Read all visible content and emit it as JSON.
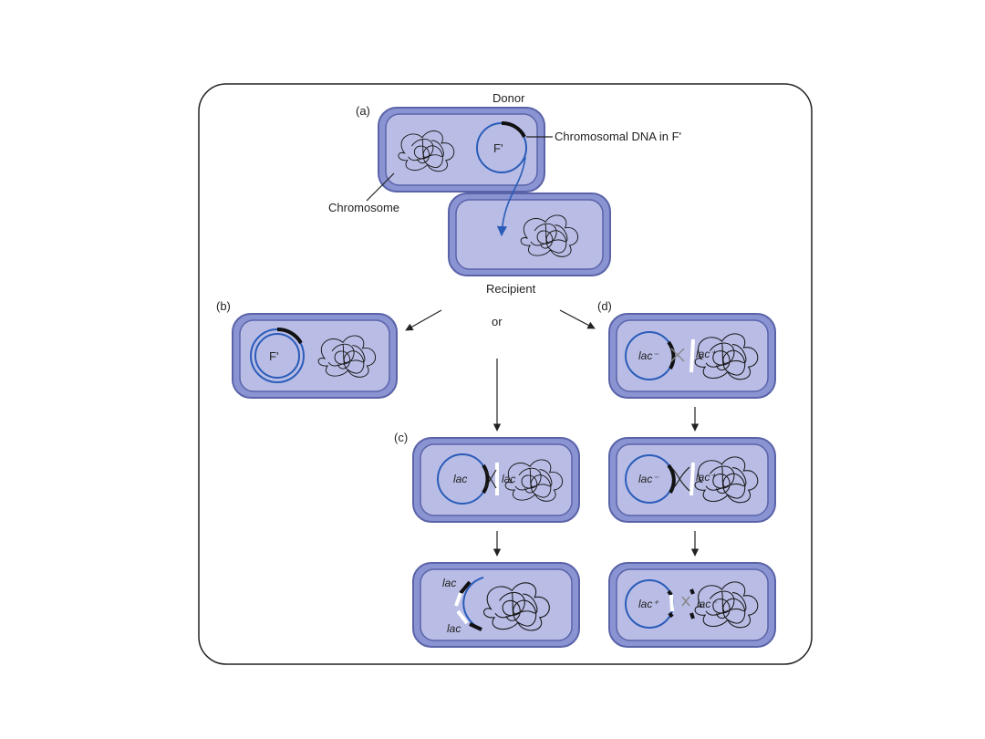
{
  "labels": {
    "donor": "Donor",
    "recipient": "Recipient",
    "chromosome": "Chromosome",
    "chromosomal_dna": "Chromosomal DNA in F'",
    "or": "or",
    "panel_a": "(a)",
    "panel_b": "(b)",
    "panel_c": "(c)",
    "panel_d": "(d)",
    "f_prime": "F'"
  },
  "genes": {
    "lac": "lac",
    "lac_minus": "lac⁻",
    "lac_plus": "lac⁺"
  },
  "colors": {
    "cell_fill": "#8b94d3",
    "cell_inner": "#b9bde6",
    "plasmid": "#2a5cb8",
    "dna": "#1a1a1a"
  }
}
